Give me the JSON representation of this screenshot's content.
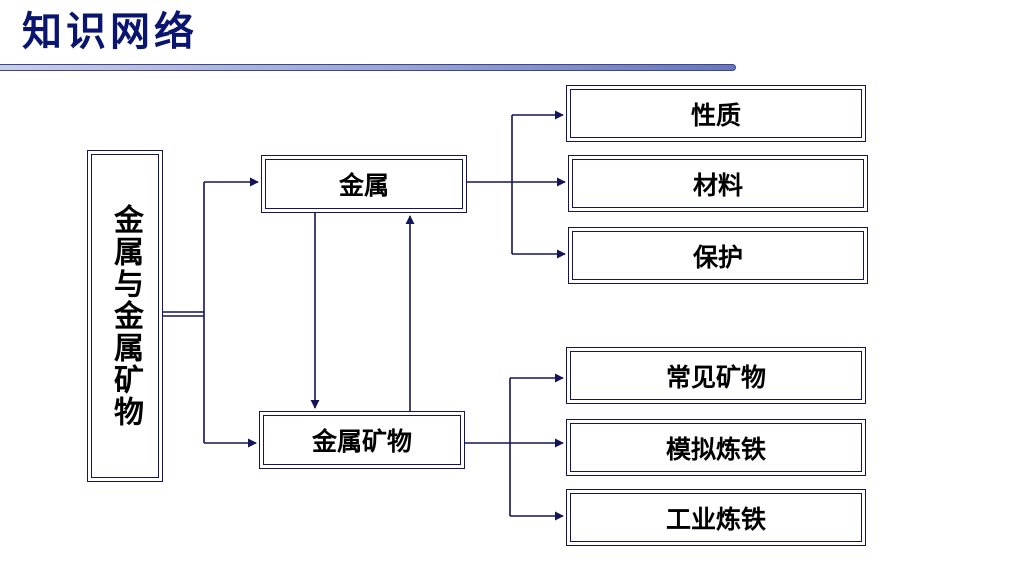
{
  "title": "知识网络",
  "root": "金属与金属矿物",
  "branches": {
    "metal": "金属",
    "ore": "金属矿物"
  },
  "metal_children": [
    "性质",
    "材料",
    "保护"
  ],
  "ore_children": [
    "常见矿物",
    "模拟炼铁",
    "工业炼铁"
  ],
  "colors": {
    "title": "#0a1570",
    "lines": "#14145a"
  }
}
